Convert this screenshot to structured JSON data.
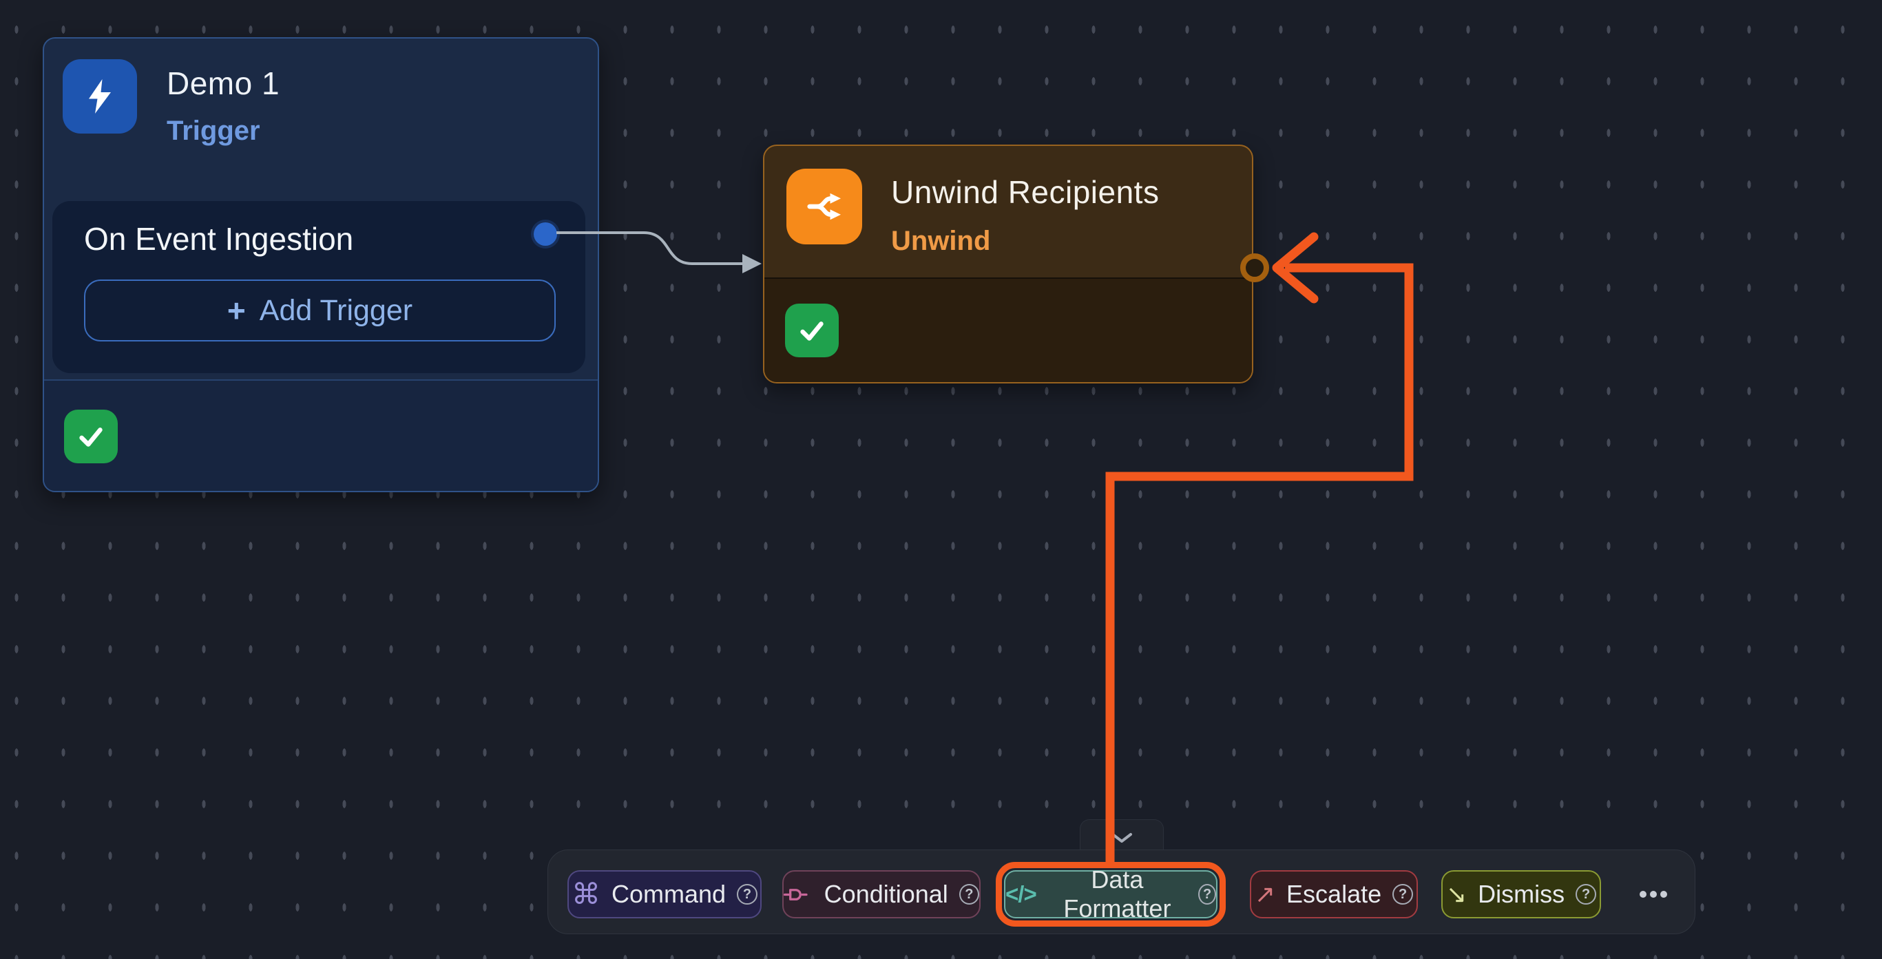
{
  "colors": {
    "accent_orange": "#f2581e",
    "trigger_blue": "#1e55b0",
    "unwind_orange": "#f68a1a",
    "success_green": "#1fa14d",
    "canvas_bg": "#1a1e28"
  },
  "trigger_node": {
    "title": "Demo 1",
    "type_label": "Trigger",
    "event_row_label": "On Event Ingestion",
    "plus": "+",
    "add_trigger_label": "Add Trigger",
    "status": "success"
  },
  "unwind_node": {
    "title": "Unwind Recipients",
    "type_label": "Unwind",
    "status": "success"
  },
  "icons": {
    "trigger": "lightning-bolt-icon",
    "unwind": "split-arrows-icon",
    "status": "check-icon",
    "collapse": "chevron-down-icon",
    "conditional": "plug-icon",
    "more": "ellipsis-icon",
    "help": "?",
    "command_glyph": "⌘",
    "data_formatter_glyph": "</>",
    "escalate_glyph": "↗",
    "dismiss_glyph": "↘"
  },
  "dock": {
    "buttons": [
      {
        "id": "command",
        "label": "Command"
      },
      {
        "id": "conditional",
        "label": "Conditional"
      },
      {
        "id": "data_formatter",
        "label": "Data Formatter",
        "highlighted": true
      },
      {
        "id": "escalate",
        "label": "Escalate"
      },
      {
        "id": "dismiss",
        "label": "Dismiss"
      }
    ]
  }
}
